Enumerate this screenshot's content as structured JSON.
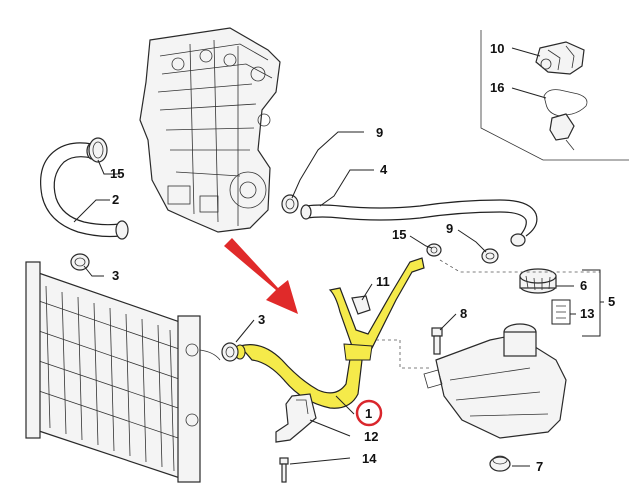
{
  "callouts": [
    {
      "id": "c10",
      "label": "10"
    },
    {
      "id": "c16",
      "label": "16"
    },
    {
      "id": "c9a",
      "label": "9"
    },
    {
      "id": "c4",
      "label": "4"
    },
    {
      "id": "c15a",
      "label": "15"
    },
    {
      "id": "c2",
      "label": "2"
    },
    {
      "id": "c3a",
      "label": "3"
    },
    {
      "id": "c15b",
      "label": "15"
    },
    {
      "id": "c9b",
      "label": "9"
    },
    {
      "id": "c11",
      "label": "11"
    },
    {
      "id": "c6",
      "label": "6"
    },
    {
      "id": "c5",
      "label": "5"
    },
    {
      "id": "c8",
      "label": "8"
    },
    {
      "id": "c13",
      "label": "13"
    },
    {
      "id": "c3b",
      "label": "3"
    },
    {
      "id": "c1",
      "label": "1"
    },
    {
      "id": "c12",
      "label": "12"
    },
    {
      "id": "c14",
      "label": "14"
    },
    {
      "id": "c7",
      "label": "7"
    }
  ],
  "colors": {
    "highlight_part": "#f5ea4a",
    "arrow": "#e02a2a",
    "selected_ring": "#d9262c",
    "line": "#222222"
  },
  "selected_part": "1"
}
